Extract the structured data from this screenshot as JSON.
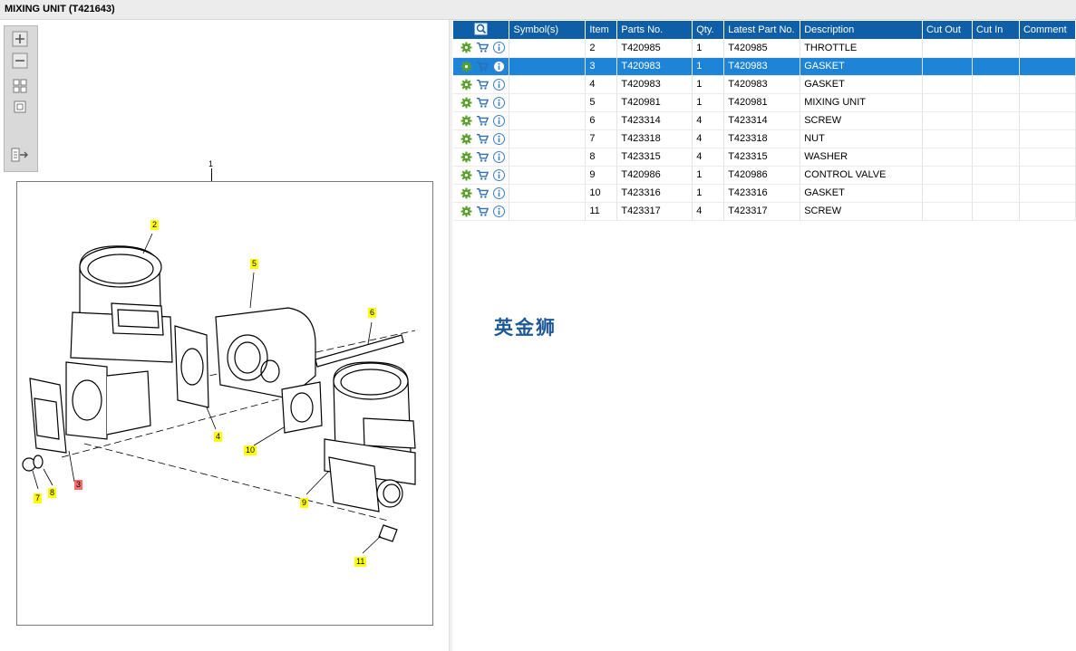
{
  "window": {
    "title": "MIXING UNIT (T421643)"
  },
  "toolbar": {
    "buttons": [
      {
        "name": "zoom-in",
        "icon": "plus-icon"
      },
      {
        "name": "zoom-out",
        "icon": "minus-icon"
      },
      {
        "name": "fit-all",
        "icon": "grid-icon"
      },
      {
        "name": "fit-page",
        "icon": "square-icon"
      },
      {
        "name": "export",
        "icon": "arrow-right-list-icon"
      }
    ]
  },
  "drawing": {
    "top_callout": "1",
    "labels": [
      {
        "text": "2",
        "highlight": "yellow"
      },
      {
        "text": "5",
        "highlight": "yellow"
      },
      {
        "text": "6",
        "highlight": "yellow"
      },
      {
        "text": "4",
        "highlight": "yellow"
      },
      {
        "text": "10",
        "highlight": "yellow"
      },
      {
        "text": "7",
        "highlight": "yellow"
      },
      {
        "text": "8",
        "highlight": "yellow"
      },
      {
        "text": "3",
        "highlight": "red"
      },
      {
        "text": "9",
        "highlight": "yellow"
      },
      {
        "text": "11",
        "highlight": "yellow"
      }
    ]
  },
  "table": {
    "header_icon": "search-icon",
    "columns": [
      "Symbol(s)",
      "Item",
      "Parts No.",
      "Qty.",
      "Latest Part No.",
      "Description",
      "Cut Out",
      "Cut In",
      "Comment"
    ],
    "rows": [
      {
        "item": "2",
        "parts_no": "T420985",
        "qty": "1",
        "latest": "T420985",
        "description": "THROTTLE",
        "selected": false
      },
      {
        "item": "3",
        "parts_no": "T420983",
        "qty": "1",
        "latest": "T420983",
        "description": "GASKET",
        "selected": true
      },
      {
        "item": "4",
        "parts_no": "T420983",
        "qty": "1",
        "latest": "T420983",
        "description": "GASKET",
        "selected": false
      },
      {
        "item": "5",
        "parts_no": "T420981",
        "qty": "1",
        "latest": "T420981",
        "description": "MIXING UNIT",
        "selected": false
      },
      {
        "item": "6",
        "parts_no": "T423314",
        "qty": "4",
        "latest": "T423314",
        "description": "SCREW",
        "selected": false
      },
      {
        "item": "7",
        "parts_no": "T423318",
        "qty": "4",
        "latest": "T423318",
        "description": "NUT",
        "selected": false
      },
      {
        "item": "8",
        "parts_no": "T423315",
        "qty": "4",
        "latest": "T423315",
        "description": "WASHER",
        "selected": false
      },
      {
        "item": "9",
        "parts_no": "T420986",
        "qty": "1",
        "latest": "T420986",
        "description": "CONTROL VALVE",
        "selected": false
      },
      {
        "item": "10",
        "parts_no": "T423316",
        "qty": "1",
        "latest": "T423316",
        "description": "GASKET",
        "selected": false
      },
      {
        "item": "11",
        "parts_no": "T423317",
        "qty": "4",
        "latest": "T423317",
        "description": "SCREW",
        "selected": false
      }
    ]
  },
  "watermark": "英金狮",
  "colors": {
    "header": "#0e5ea8",
    "selected_row": "#1e84d8",
    "gear": "#5aa02c",
    "cart": "#2d6fb5",
    "info": "#3a7dc9",
    "watermark": "#1f5a96"
  }
}
